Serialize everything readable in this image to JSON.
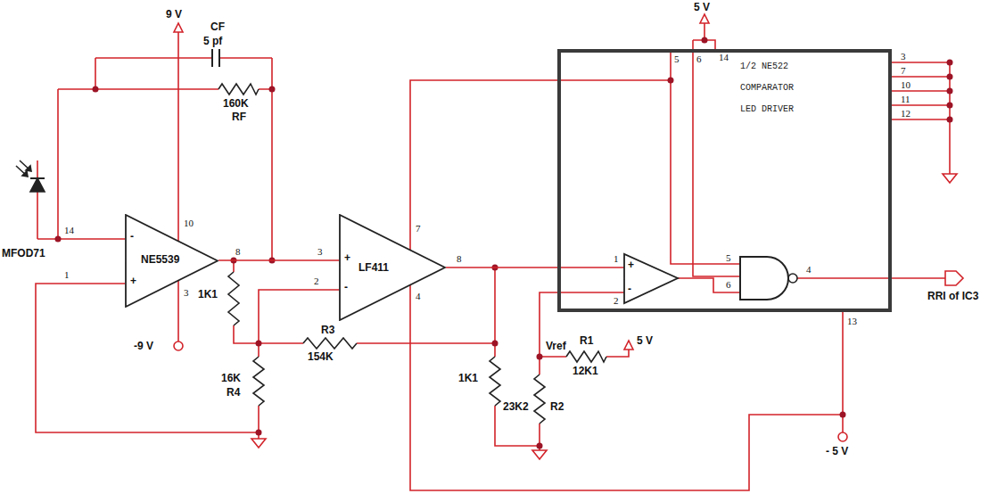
{
  "diagram": {
    "nodes": [
      {
        "text": [
          "NE5539"
        ]
      },
      {
        "text": [
          "LF411"
        ]
      },
      {
        "text": [
          "1/2 NE522 COMPARATOR LED DRIVER"
        ]
      }
    ],
    "edges": [
      {
        "from": 0,
        "to": 1,
        "arrow": "none"
      },
      {
        "from": 1,
        "to": 2,
        "arrow": "none"
      }
    ],
    "labels": [
      "9 V",
      "CF",
      "5 pf",
      "160K",
      "RF",
      "MFOD71",
      "14",
      "10",
      "8",
      "1",
      "3",
      "-9 V",
      "3",
      "2",
      "7",
      "4",
      "8",
      "1K1",
      "16K",
      "R4",
      "R3",
      "154K",
      "1K1",
      "Vref",
      "R1",
      "12K1",
      "5 V",
      "23K2",
      "R2",
      "5 V",
      "5",
      "6",
      "14",
      "3",
      "7",
      "10",
      "11",
      "12",
      "1",
      "2",
      "5",
      "6",
      "4",
      "RRI of IC3",
      "13",
      "- 5 V",
      "-",
      "+",
      "+",
      "-",
      "+",
      "-"
    ]
  }
}
